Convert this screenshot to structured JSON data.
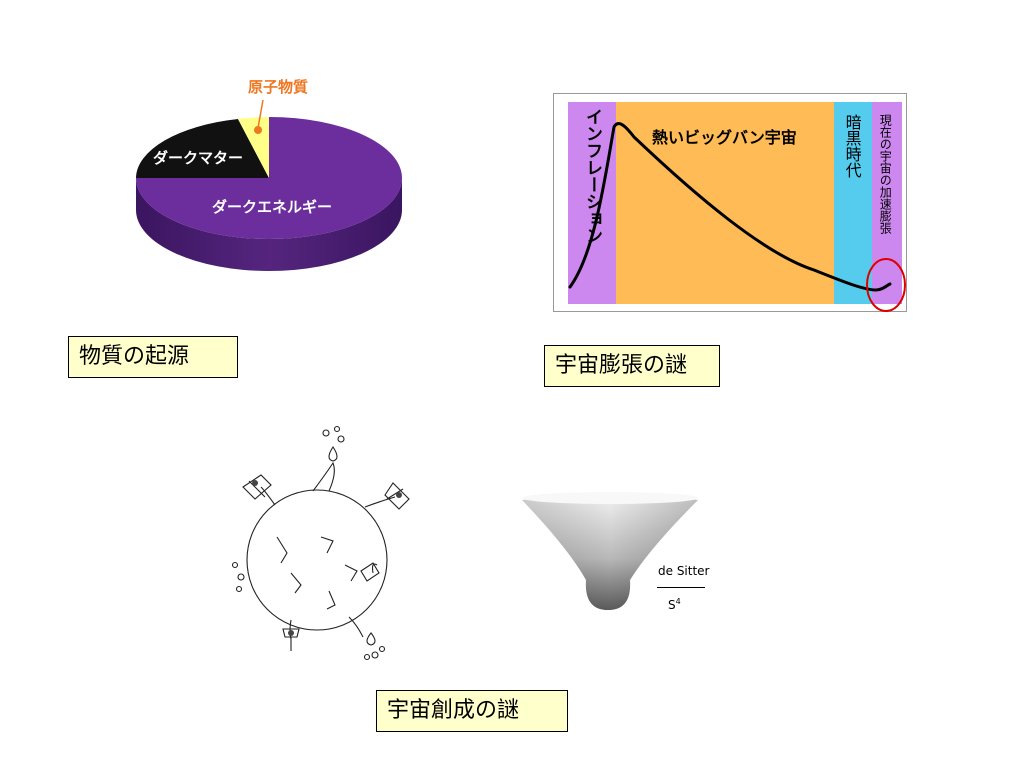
{
  "pie": {
    "slices": [
      {
        "label": "ダークエネルギー",
        "color": "#6b2e9c"
      },
      {
        "label": "ダークマター",
        "color": "#111111"
      },
      {
        "label": "原子物質",
        "color": "#ffff88"
      }
    ],
    "callout_color": "#ee7722"
  },
  "expansion": {
    "bands": [
      {
        "label": "インフレーション",
        "color": "#cc88ee"
      },
      {
        "label": "熱いビッグバン宇宙",
        "color": "#ffbb55"
      },
      {
        "label": "暗黒時代",
        "color": "#55ccee"
      },
      {
        "label": "現在の宇宙の加速膨張",
        "color": "#cc88ee"
      }
    ],
    "highlight_color": "#dd0000"
  },
  "funnel": {
    "top_label": "de Sitter",
    "bottom_label": "S",
    "bottom_sup": "4"
  },
  "labels": {
    "origin_of_matter": "物質の起源",
    "expansion_mystery": "宇宙膨張の謎",
    "creation_mystery": "宇宙創成の謎"
  }
}
